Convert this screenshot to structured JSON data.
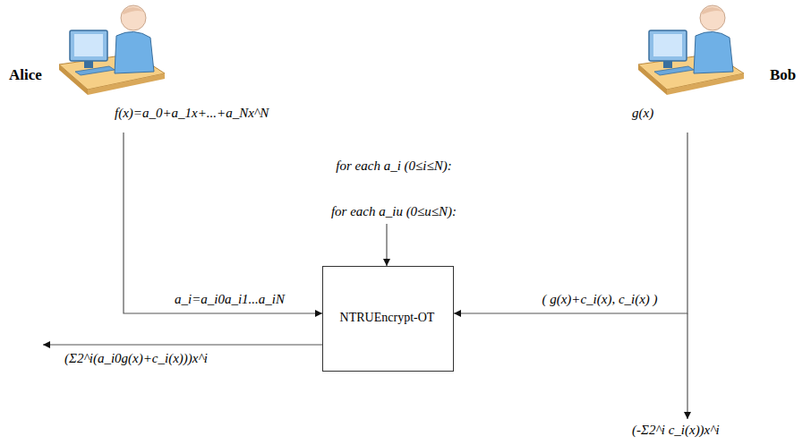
{
  "diagram": {
    "nodes": [
      {
        "text": [
          "Alice",
          "f(x)=a_0+a_1x+...+a_Nx^N"
        ]
      },
      {
        "text": [
          "Bob",
          "g(x)"
        ]
      },
      {
        "text": [
          "NTRUEncrypt-OT"
        ]
      }
    ],
    "edges": [
      {
        "from": 0,
        "to": 2,
        "arrow": "to",
        "label": "a_i=a_i0a_i1...a_iN"
      },
      {
        "from": 1,
        "to": 2,
        "arrow": "to",
        "label": "( g(x)+c_i(x), c_i(x) )"
      }
    ],
    "labels": [
      "for each a_i (0≤i≤N):",
      "for each a_iu (0≤u≤N):",
      "(Σ2^i(a_i0g(x)+c_i(x)))x^i",
      "(-Σ2^i c_i(x))x^i"
    ]
  }
}
